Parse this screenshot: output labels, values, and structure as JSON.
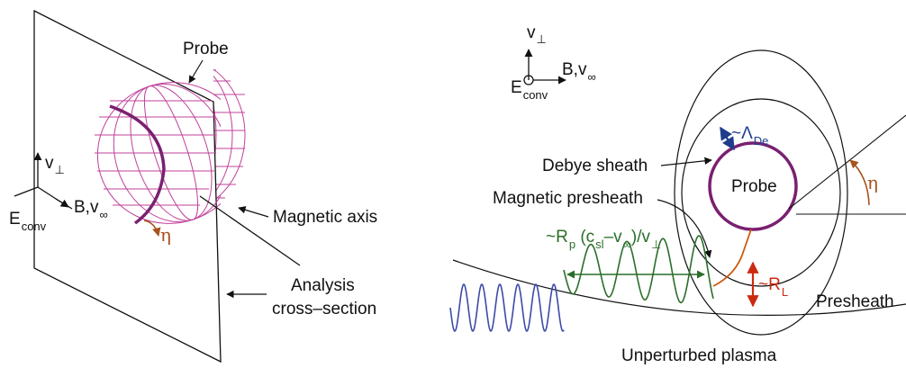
{
  "left_panel": {
    "probe_label": "Probe",
    "magnetic_axis_label": "Magnetic axis",
    "analysis_label_line1": "Analysis",
    "analysis_label_line2": "cross–section",
    "v_perp_main": "v",
    "v_perp_sub": "⊥",
    "b_v_main": "B,v",
    "b_v_sub": "∞",
    "e_main": "E",
    "e_sub": "conv",
    "eta_label": "η"
  },
  "right_panel": {
    "v_perp_main": "v",
    "v_perp_sub": "⊥",
    "b_v_main": "B,v",
    "b_v_sub": "∞",
    "e_main": "E",
    "e_sub": "conv",
    "debye_sheath_label": "Debye sheath",
    "debye_length_main": "~Λ",
    "debye_length_sub": "De",
    "probe_label": "Probe",
    "eta_label": "η",
    "magnetic_presheath_label": "Magnetic presheath",
    "rp_formula": {
      "t1": "~R",
      "s1": "p",
      "t2": " (c",
      "s2": "sl",
      "t3": "–v",
      "s3": "∞",
      "t4": ")/v",
      "s4": "⊥"
    },
    "larmor_main": "~R",
    "larmor_sub": "L",
    "presheath_label": "Presheath",
    "unperturbed_label": "Unperturbed plasma"
  },
  "colors": {
    "mesh": "#c0419a",
    "probe_ring": "#7a2070",
    "eta_arrow": "#a8511c",
    "wave_green": "#2a6e2a",
    "wave_blue": "#3d4aa8",
    "larmor_red": "#cc2a10",
    "debye_blue": "#1e3d8c",
    "ink": "#111111"
  }
}
